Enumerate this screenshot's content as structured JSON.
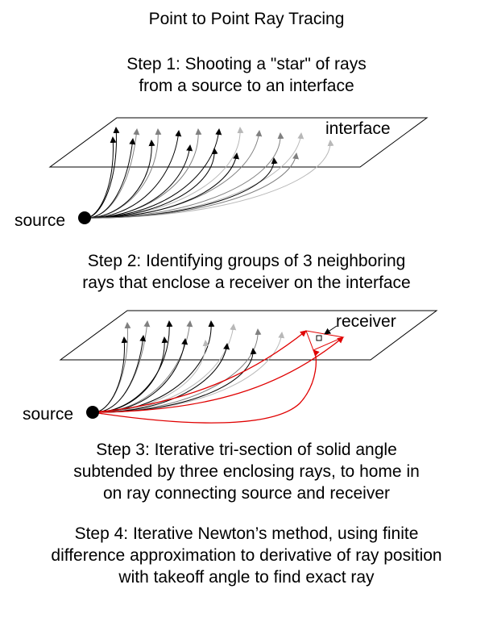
{
  "title": "Point to Point Ray Tracing",
  "step1": {
    "line1": "Step 1: Shooting a \"star\" of rays",
    "line2": "from a source to an interface"
  },
  "step2": {
    "line1": "Step 2: Identifying groups of 3 neighboring",
    "line2": "rays that enclose a receiver on the interface"
  },
  "step3": {
    "line1": "Step 3: Iterative tri-section of solid angle",
    "line2": "subtended by three enclosing rays, to home in",
    "line3": "on ray connecting source and receiver"
  },
  "step4": {
    "line1": "Step 4: Iterative Newton’s method, using finite",
    "line2": "difference approximation to derivative of ray position",
    "line3": "with takeoff angle to find exact ray"
  },
  "diagram1": {
    "plane_label": "interface",
    "source_label": "source"
  },
  "diagram2": {
    "receiver_label": "receiver",
    "source_label": "source"
  },
  "colors": {
    "ray_dark": "#000000",
    "ray_mid": "#808080",
    "ray_light": "#b8b8b8",
    "ray_selected": "#e00000"
  }
}
